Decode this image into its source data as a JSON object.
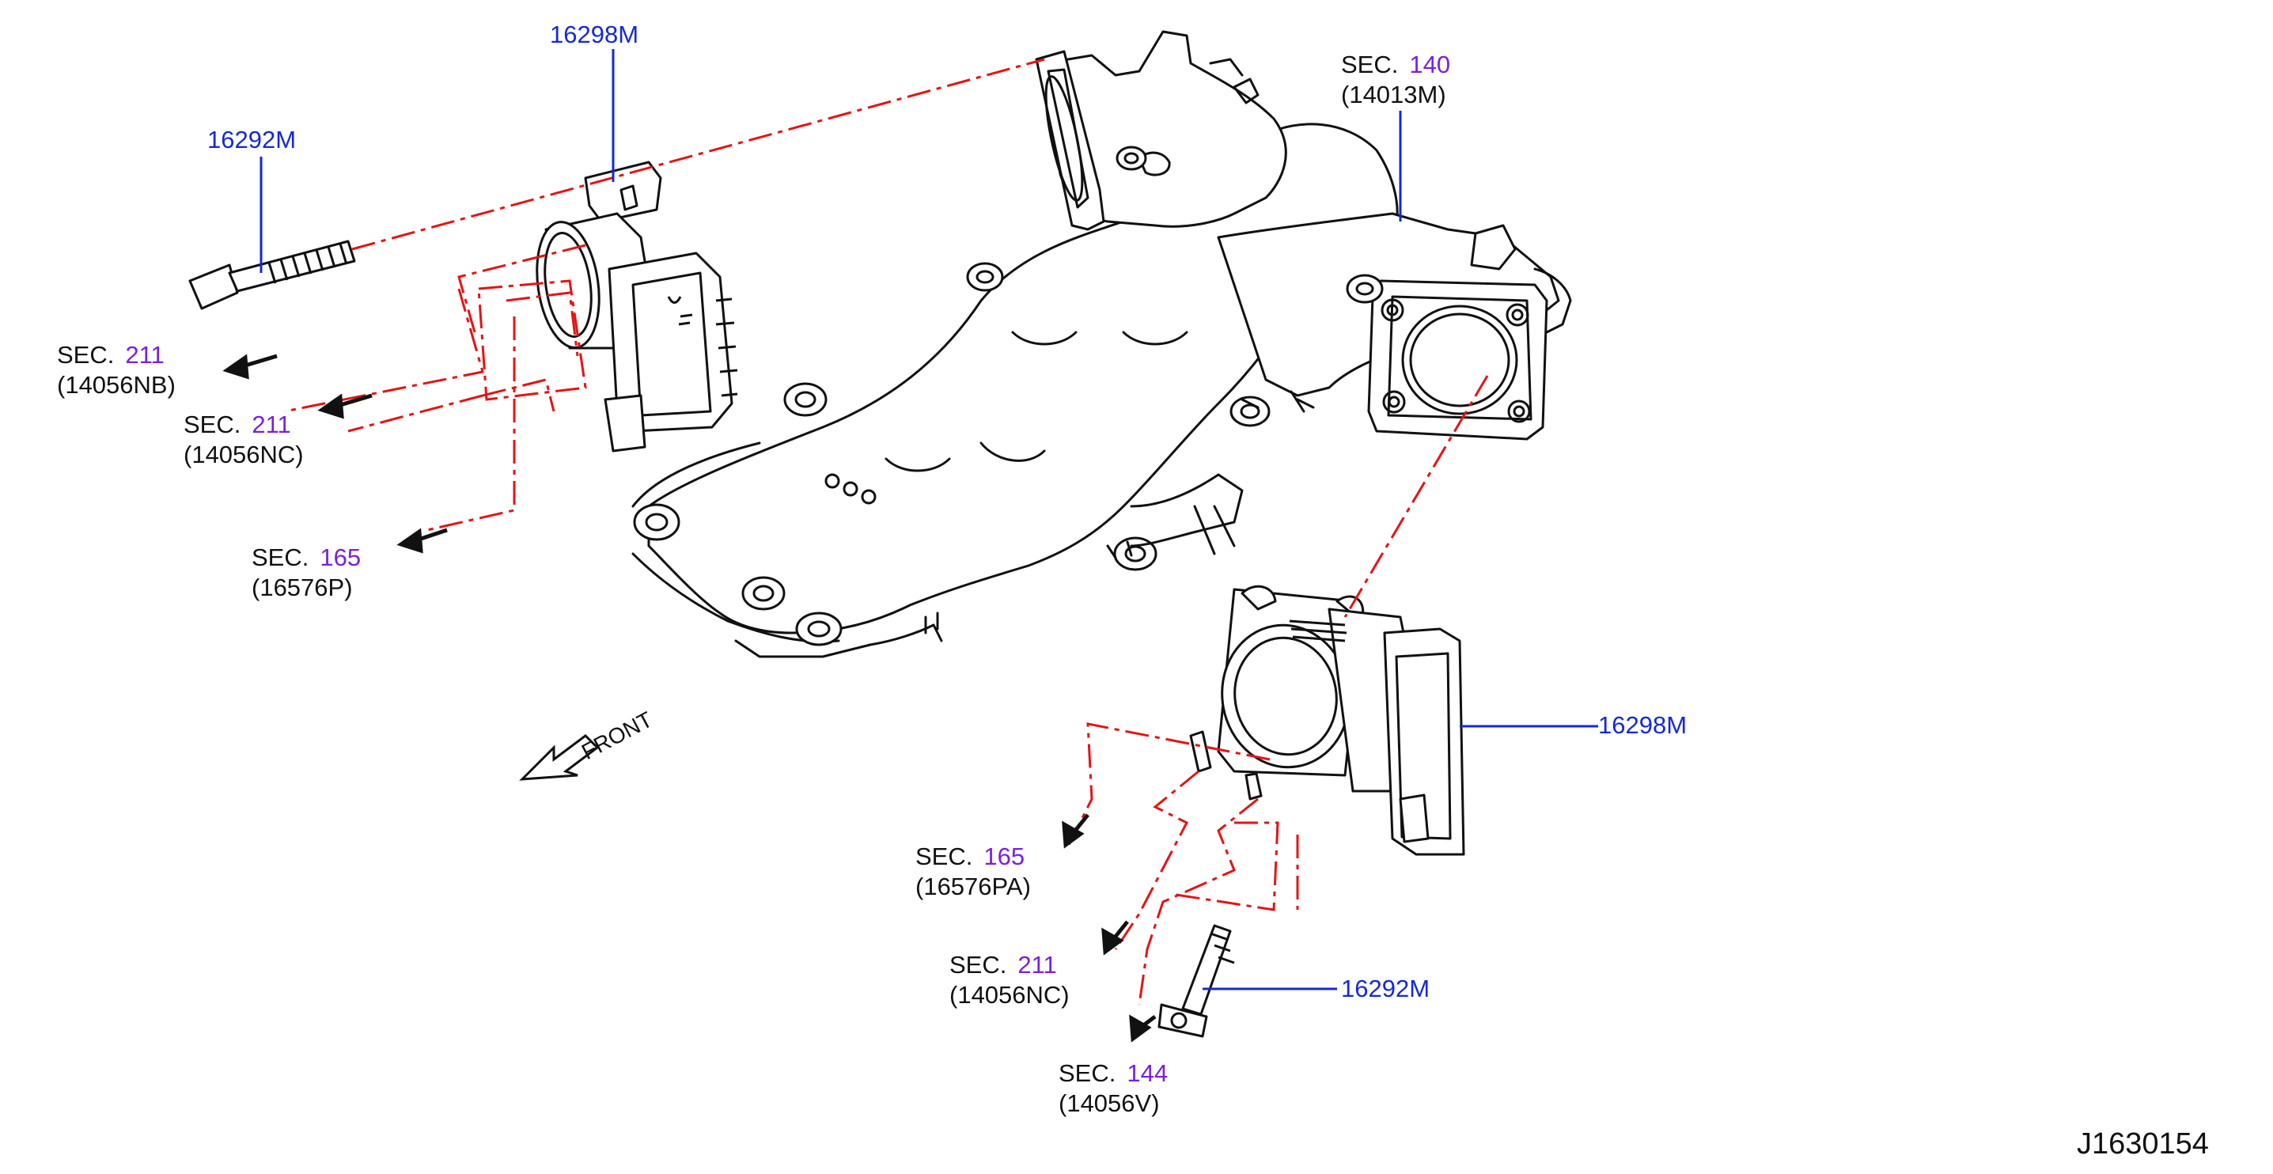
{
  "callouts": {
    "throttle_top": "16298M",
    "bolt_top": "16292M",
    "throttle_right": "16298M",
    "bolt_bottom": "16292M"
  },
  "sections": [
    {
      "word": "SEC.",
      "num": "140",
      "part": "(14013M)"
    },
    {
      "word": "SEC.",
      "num": "211",
      "part": "(14056NB)"
    },
    {
      "word": "SEC.",
      "num": "211",
      "part": "(14056NC)"
    },
    {
      "word": "SEC.",
      "num": "165",
      "part": "(16576P)"
    },
    {
      "word": "SEC.",
      "num": "165",
      "part": "(16576PA)"
    },
    {
      "word": "SEC.",
      "num": "211",
      "part": "(14056NC)"
    },
    {
      "word": "SEC.",
      "num": "144",
      "part": "(14056V)"
    }
  ],
  "front_label": "FRONT",
  "drawing_ref": "J1630154",
  "colors": {
    "part_number": "#1428d8",
    "section_number": "#7a1fe0",
    "phantom_line": "#e41414",
    "outline": "#111111"
  }
}
